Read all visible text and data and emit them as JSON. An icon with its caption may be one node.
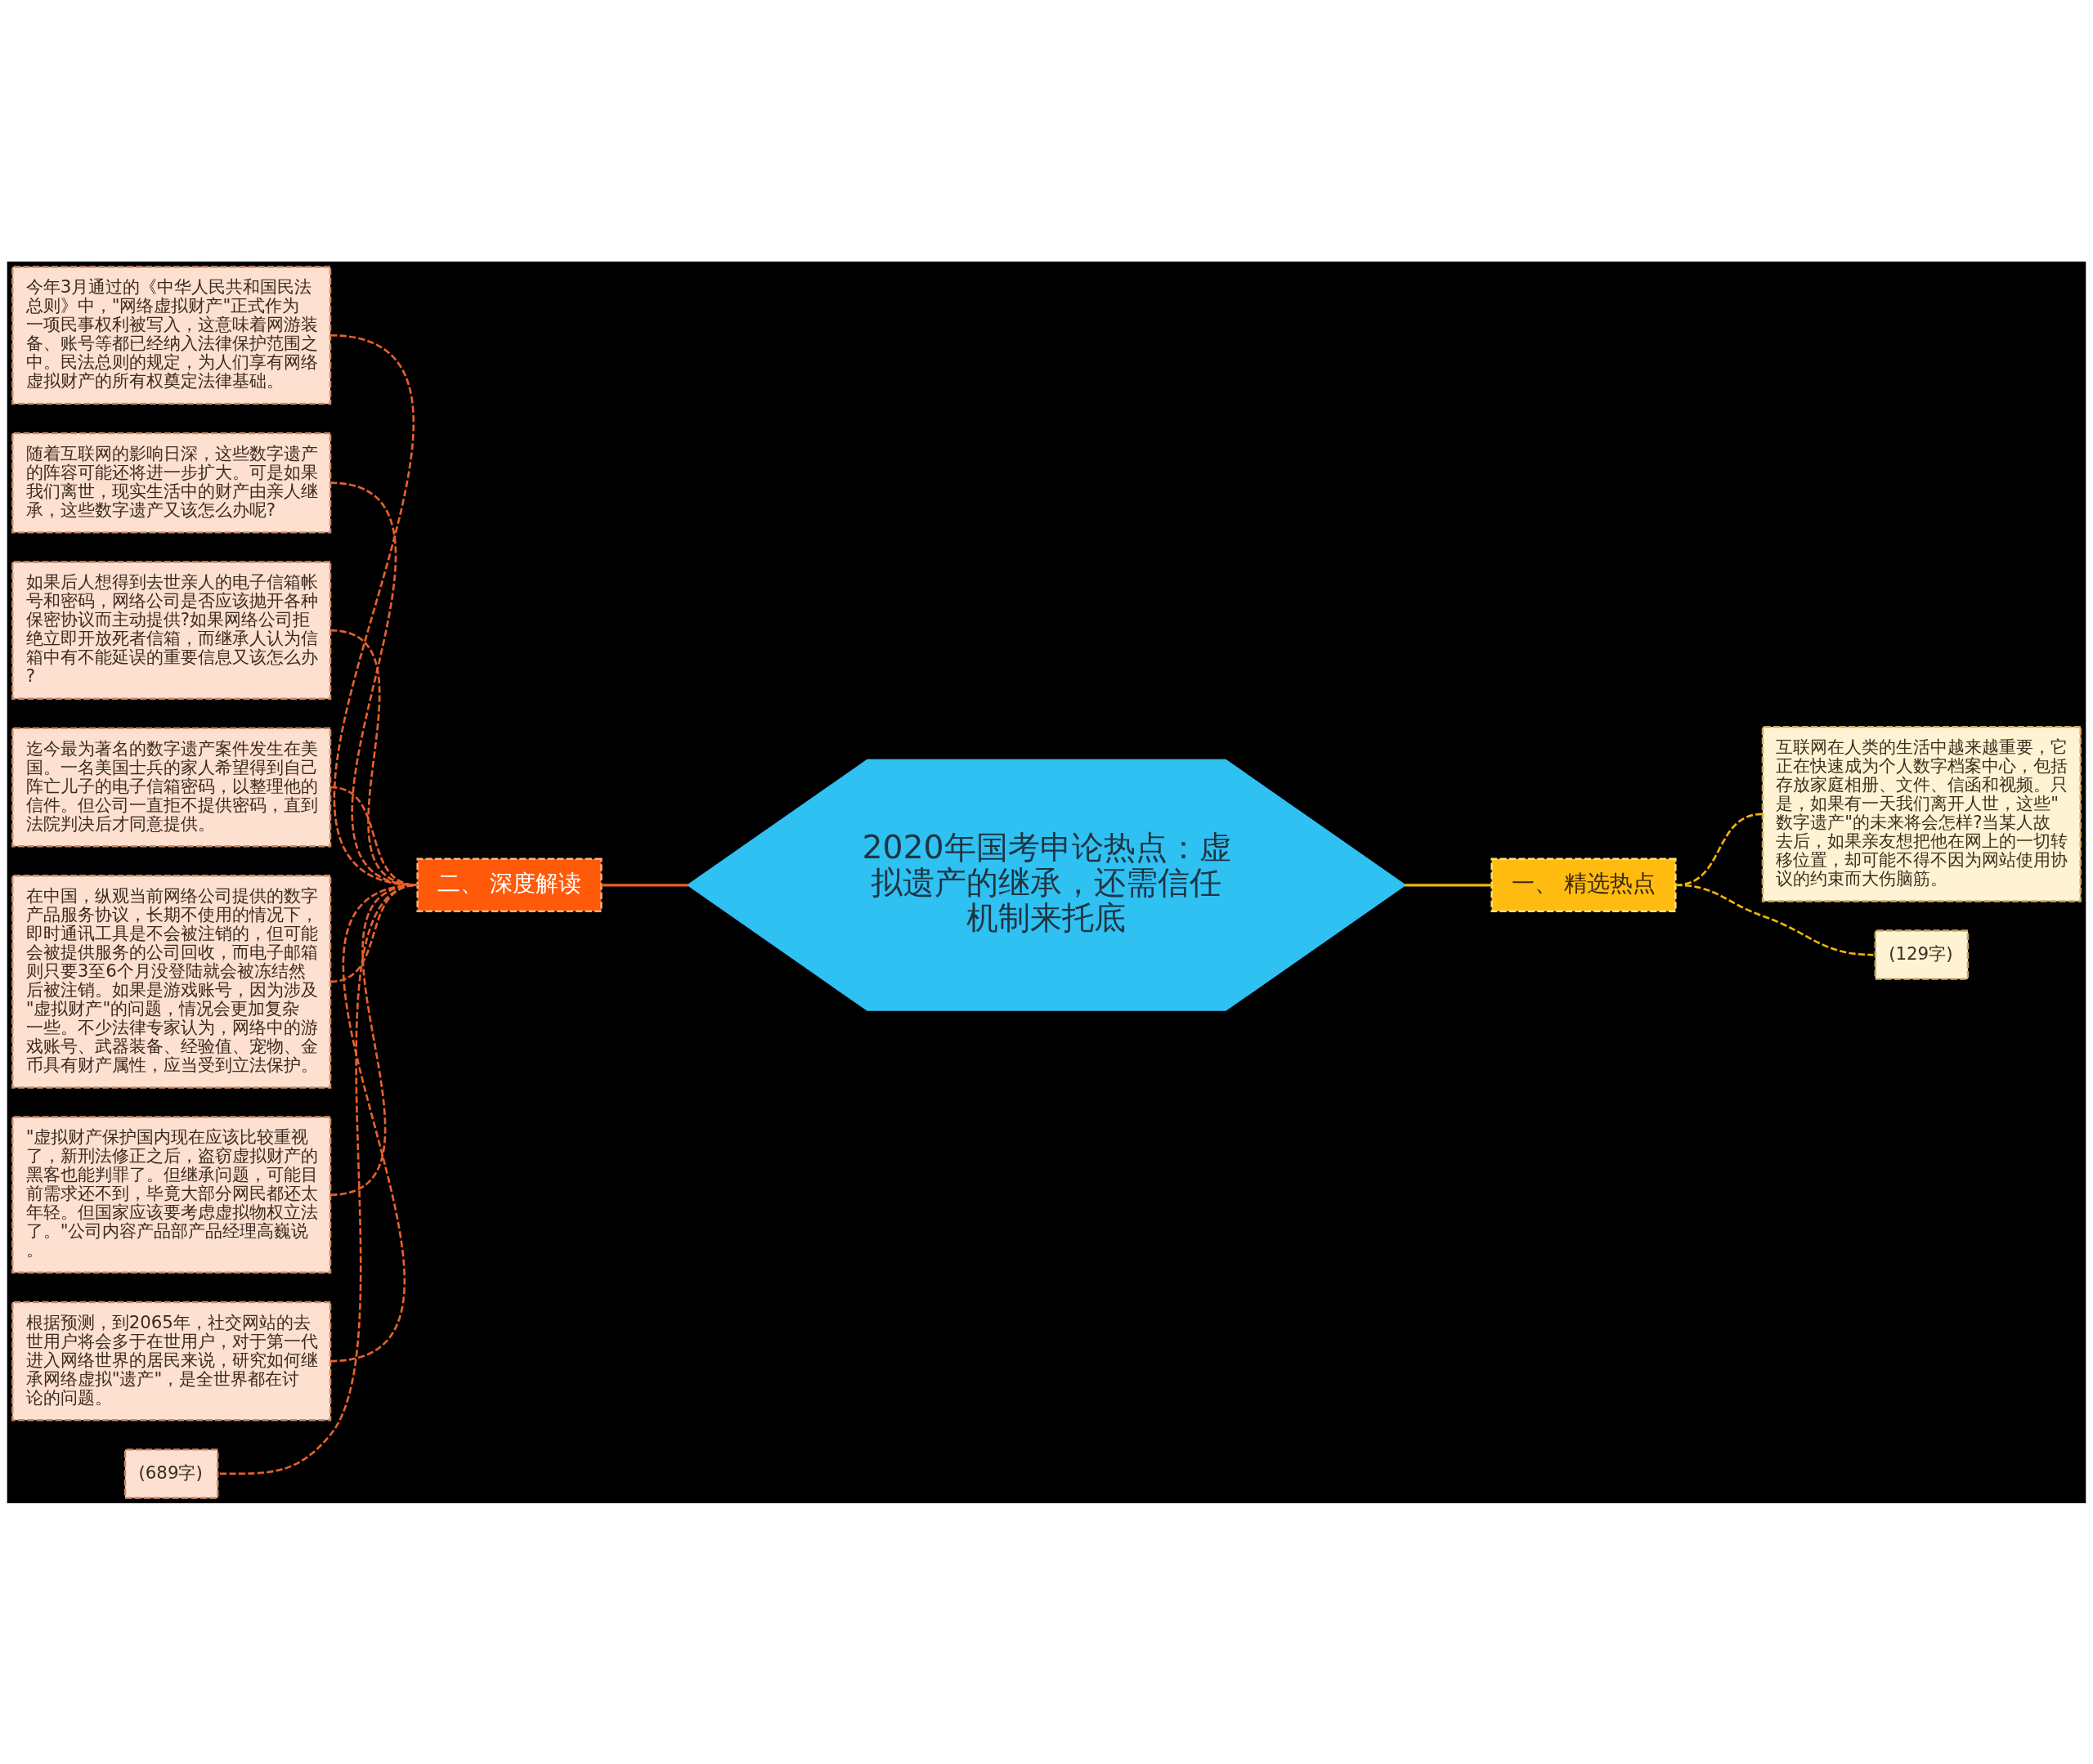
{
  "diagram": {
    "nodes": [
      {
        "text": [
          "2020年国考申论热点：虚拟遗产的继承，还需信任机制来托底"
        ]
      },
      {
        "text": [
          "一、 精选热点"
        ]
      },
      {
        "text": [
          "互联网在人类的生活中越来越重要，它正在快速成为个人数字档案中心，包括存放家庭相册、文件、信函和视频。只是，如果有一天我们离开人世，这些\"数字遗产\"的未来将会怎样?当某人故去后，如果亲友想把他在网上的一切转移位置，却可能不得不因为网站使用协议的约束而大伤脑筋。"
        ]
      },
      {
        "text": [
          "(129字)"
        ]
      },
      {
        "text": [
          "二、 深度解读"
        ]
      },
      {
        "text": [
          "今年3月通过的《中华人民共和国民法总则》中，\"网络虚拟财产\"正式作为一项民事权利被写入，这意味着网游装备、账号等都已经纳入法律保护范围之中。民法总则的规定，为人们享有网络虚拟财产的所有权奠定法律基础。"
        ]
      },
      {
        "text": [
          "随着互联网的影响日深，这些数字遗产的阵容可能还将进一步扩大。可是如果我们离世，现实生活中的财产由亲人继承，这些数字遗产又该怎么办呢?"
        ]
      },
      {
        "text": [
          "如果后人想得到去世亲人的电子信箱帐号和密码，网络公司是否应该抛开各种保密协议而主动提供?如果网络公司拒绝立即开放死者信箱，而继承人认为信箱中有不能延误的重要信息又该怎么办?"
        ]
      },
      {
        "text": [
          "迄今最为著名的数字遗产案件发生在美国。一名美国士兵的家人希望得到自己阵亡儿子的电子信箱密码，以整理他的信件。但公司一直拒不提供密码，直到法院判决后才同意提供。"
        ]
      },
      {
        "text": [
          "在中国，纵观当前网络公司提供的数字产品服务协议，长期不使用的情况下，即时通讯工具是不会被注销的，但可能会被提供服务的公司回收，而电子邮箱则只要3至6个月没登陆就会被冻结然后被注销。如果是游戏账号，因为涉及\"虚拟财产\"的问题，情况会更加复杂一些。不少法律专家认为，网络中的游戏账号、武器装备、经验值、宠物、金币具有财产属性，应当受到立法保护。"
        ]
      },
      {
        "text": [
          "\"虚拟财产保护国内现在应该比较重视了，新刑法修正之后，盗窃虚拟财产的黑客也能判罪了。但继承问题，可能目前需求还不到，毕竟大部分网民都还太年轻。但国家应该要考虑虚拟物权立法了。\"公司内容产品部产品经理高巍说。"
        ]
      },
      {
        "text": [
          "根据预测，到2065年，社交网站的去世用户将会多于在世用户，对于第一代进入网络世界的居民来说，研究如何继承网络虚拟\"遗产\"，是全世界都在讨论的问题。"
        ]
      },
      {
        "text": [
          "(689字)"
        ]
      }
    ],
    "edges": [
      {
        "from": 0,
        "to": 1,
        "arrow": "none",
        "color": "#f2b705"
      },
      {
        "from": 1,
        "to": 2,
        "arrow": "none",
        "style": "dashed",
        "color": "#f2b705"
      },
      {
        "from": 1,
        "to": 3,
        "arrow": "none",
        "style": "dashed",
        "color": "#f2b705"
      },
      {
        "from": 0,
        "to": 4,
        "arrow": "none"
      },
      {
        "from": 4,
        "to": 5,
        "arrow": "none",
        "style": "dashed"
      },
      {
        "from": 4,
        "to": 6,
        "arrow": "none",
        "style": "dashed"
      },
      {
        "from": 4,
        "to": 7,
        "arrow": "none",
        "style": "dashed"
      },
      {
        "from": 4,
        "to": 8,
        "arrow": "none",
        "style": "dashed"
      },
      {
        "from": 4,
        "to": 9,
        "arrow": "none",
        "style": "dashed"
      },
      {
        "from": 4,
        "to": 10,
        "arrow": "none",
        "style": "dashed"
      },
      {
        "from": 4,
        "to": 11,
        "arrow": "none",
        "style": "dashed"
      },
      {
        "from": 4,
        "to": 12,
        "arrow": "none",
        "style": "dashed"
      }
    ]
  }
}
